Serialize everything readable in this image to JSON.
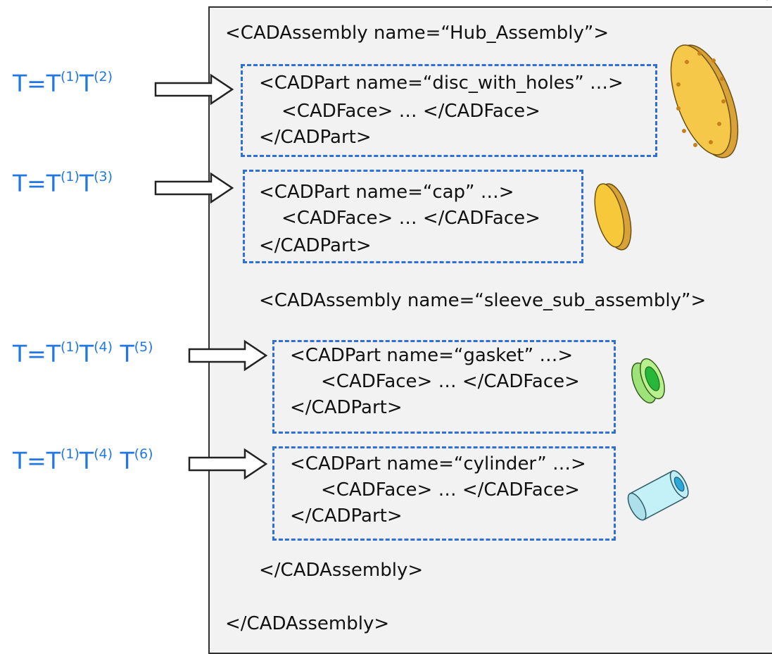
{
  "assembly": {
    "open": "<CADAssembly name=“Hub_Assembly”>",
    "close": "</CADAssembly>"
  },
  "parts": [
    {
      "open": "<CADPart name=“disc_with_holes” …>",
      "face": "<CADFace> … </CADFace>",
      "close": "</CADPart>"
    },
    {
      "open": "<CADPart name=“cap” …>",
      "face": "<CADFace> … </CADFace>",
      "close": "</CADPart>"
    },
    {
      "open": "<CADPart name=“gasket” …>",
      "face": "<CADFace> … </CADFace>",
      "close": "</CADPart>"
    },
    {
      "open": "<CADPart name=“cylinder” …>",
      "face": "<CADFace> … </CADFace>",
      "close": "</CADPart>"
    }
  ],
  "sub_assembly": {
    "open": "<CADAssembly name=“sleeve_sub_assembly”>",
    "close": "</CADAssembly>"
  },
  "transforms": [
    {
      "lhs": "T=T",
      "s1": "(1)",
      "t2": "T",
      "s2": "(2)"
    },
    {
      "lhs": "T=T",
      "s1": "(1)",
      "t2": "T",
      "s2": "(3)"
    },
    {
      "lhs": "T=T",
      "s1": "(1)",
      "t2": "T",
      "s2": "(4)",
      "t3": " T",
      "s3": "(5)"
    },
    {
      "lhs": "T=T",
      "s1": "(1)",
      "t2": "T",
      "s2": "(4)",
      "t3": " T",
      "s3": "(6)"
    }
  ],
  "colors": {
    "formula": "#2277e0",
    "dashed_box": "#2e6fd8",
    "disc": "#f6c84a",
    "cap": "#f6c83a",
    "gasket": "#a8ec7c",
    "cylinder": "#bdeef6"
  }
}
